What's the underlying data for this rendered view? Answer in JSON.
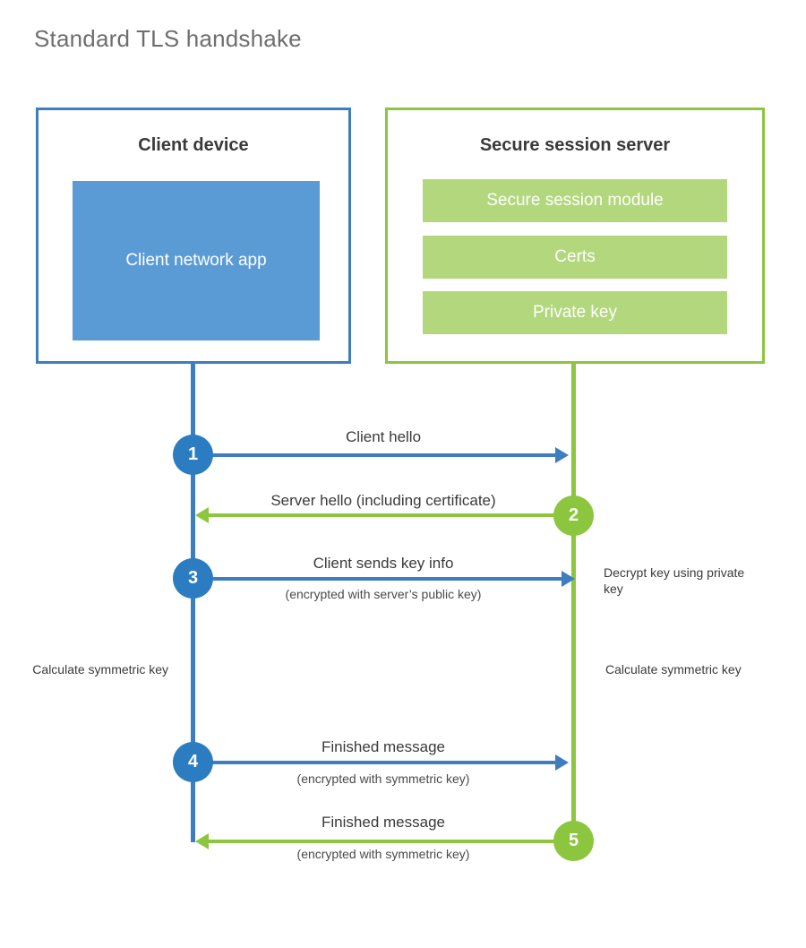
{
  "title": "Standard TLS handshake",
  "colors": {
    "client_blue": "#3d7dc0",
    "client_block_blue": "#5b9bd5",
    "client_circle_blue": "#2b7cc0",
    "server_green": "#8cc63e",
    "server_bar_green": "#b2d77c",
    "title_gray": "#6e6e6e",
    "text_dark": "#3a3a3a",
    "background": "#ffffff"
  },
  "client": {
    "title": "Client device",
    "app_label": "Client network app"
  },
  "server": {
    "title": "Secure session server",
    "bars": [
      {
        "label": "Secure session module"
      },
      {
        "label": "Certs"
      },
      {
        "label": "Private key"
      }
    ]
  },
  "steps": [
    {
      "number": "1",
      "label": "Client hello",
      "sublabel": "",
      "direction": "client-to-server",
      "side": "client"
    },
    {
      "number": "2",
      "label": "Server hello (including certificate)",
      "sublabel": "",
      "direction": "server-to-client",
      "side": "server"
    },
    {
      "number": "3",
      "label": "Client sends key info",
      "sublabel": "(encrypted with server’s public key)",
      "direction": "client-to-server",
      "side": "client"
    },
    {
      "number": "4",
      "label": "Finished message",
      "sublabel": "(encrypted with symmetric key)",
      "direction": "client-to-server",
      "side": "client"
    },
    {
      "number": "5",
      "label": "Finished message",
      "sublabel": "(encrypted with symmetric key)",
      "direction": "server-to-client",
      "side": "server"
    }
  ],
  "annotations": {
    "decrypt_key": "Decrypt key using private key",
    "client_calculate_symmetric_key": "Calculate symmetric key",
    "server_calculate_symmetric_key": "Calculate symmetric key"
  }
}
